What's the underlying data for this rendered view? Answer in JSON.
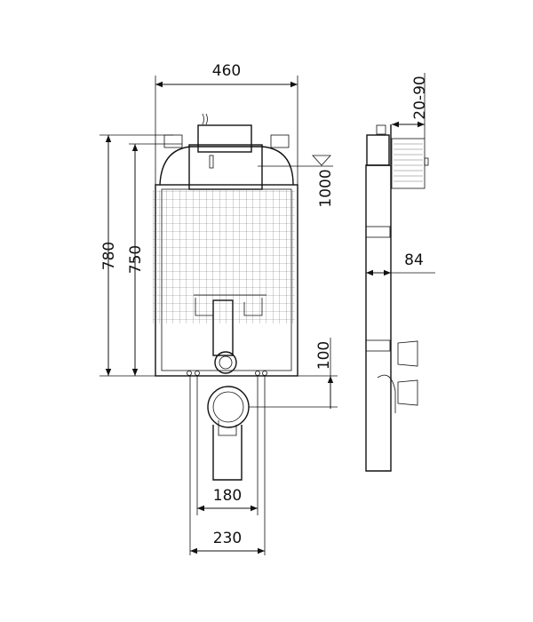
{
  "dimensions": {
    "width_frame": "460",
    "height_total": "780",
    "height_frame": "750",
    "level_height": "1000",
    "outlet_height": "100",
    "outlet_spacing_inner": "180",
    "outlet_spacing_outer": "230",
    "wall_depth": "20-90",
    "frame_depth": "84"
  },
  "icons": {
    "level_marker": "triangle-level-icon",
    "dimension_arrows": "arrowhead-icon"
  }
}
